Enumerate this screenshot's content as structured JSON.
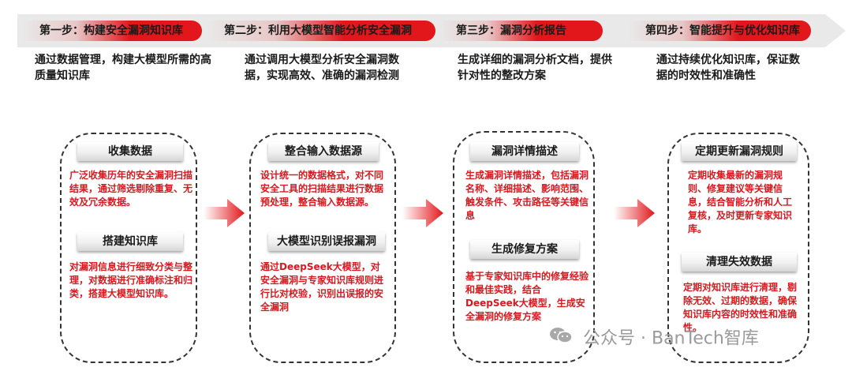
{
  "steps": [
    {
      "title": "第一步：构建安全漏洞知识库",
      "desc": "通过数据管理，构建大模型所需的高质量知识库"
    },
    {
      "title": "第二步：利用大模型智能分析安全漏洞",
      "desc": "通过调用大模型分析安全漏洞数据，实现高效、准确的漏洞检测"
    },
    {
      "title": "第三步：漏洞分析报告",
      "desc": "生成详细的漏洞分析文档，提供针对性的整改方案"
    },
    {
      "title": "第四步：智能提升与优化知识库",
      "desc": "通过持续优化知识库，保证数据的时效性和准确性"
    }
  ],
  "cards": [
    {
      "sections": [
        {
          "heading": "收集数据",
          "body": "广泛收集历年的安全漏洞扫描结果，通过筛选剔除重复、无效及冗余数据。"
        },
        {
          "heading": "搭建知识库",
          "body": "对漏洞信息进行细致分类与整理，对数据进行准确标注和归类，搭建大模型知识库。"
        }
      ]
    },
    {
      "sections": [
        {
          "heading": "整合输入数据源",
          "body": "设计统一的数据格式，对不同安全工具的扫描结果进行数据预处理，整合输入数据源。"
        },
        {
          "heading": "大模型识别误报漏洞",
          "body": "通过DeepSeek大模型，对安全漏洞与专家知识库规则进行比对校验，识别出误报的安全漏洞"
        }
      ]
    },
    {
      "sections": [
        {
          "heading": "漏洞详情描述",
          "body": "生成漏洞详情描述，包括漏洞名称、详细描述、影响范围、触发条件、攻击路径等关键信息"
        },
        {
          "heading": "生成修复方案",
          "body": "基于专家知识库中的修复经验和最佳实践，结合DeepSeek大模型，生成安全漏洞的修复方案"
        }
      ]
    },
    {
      "sections": [
        {
          "heading": "定期更新漏洞规则",
          "body": "定期收集最新的漏洞规则、修复建议等关键信息，结合智能分析和人工复核，及时更新专家知识库。"
        },
        {
          "heading": "清理失效数据",
          "body": "定期对知识库进行清理，剔除无效、过期的数据，确保知识库内容的时效性和准确性。"
        }
      ]
    }
  ],
  "watermark": {
    "text": "公众号 · BanTech智库",
    "icon": "wechat-icon"
  },
  "colors": {
    "accent": "#e2171b",
    "body_text": "#d71920",
    "banner": "#e6e6e6"
  }
}
